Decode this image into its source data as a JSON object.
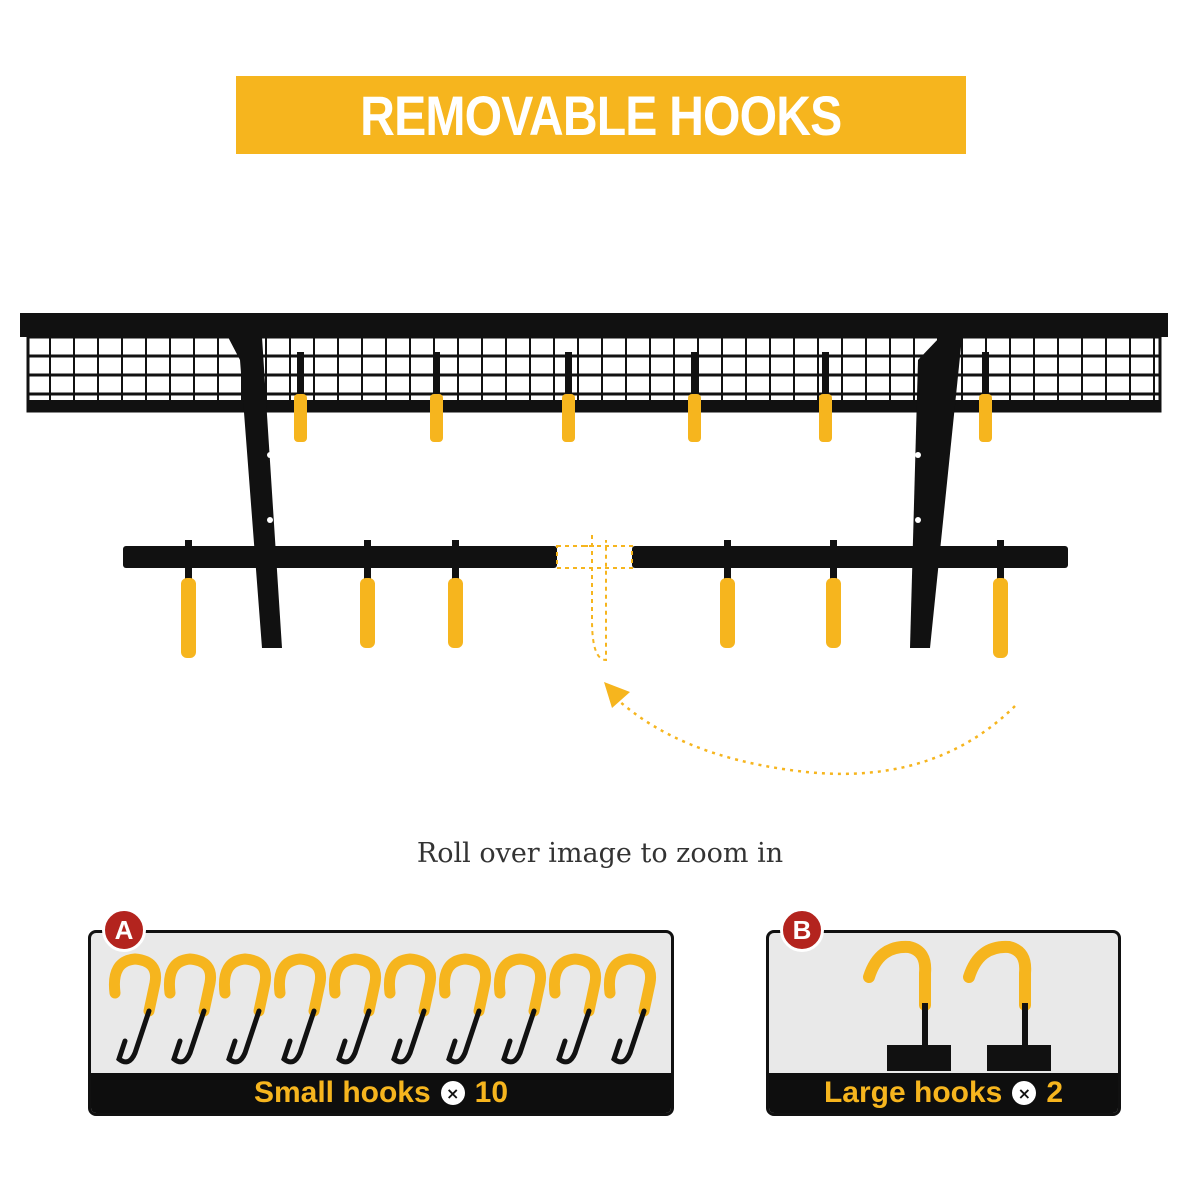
{
  "banner": {
    "title": "REMOVABLE HOOKS"
  },
  "zoom_hint": "Roll over image to zoom in",
  "kits": [
    {
      "badge": "A",
      "label": "Small hooks",
      "times": "×",
      "count": "10"
    },
    {
      "badge": "B",
      "label": "Large hooks",
      "times": "×",
      "count": "2"
    }
  ],
  "colors": {
    "accent": "#f6b51e",
    "rack": "#111111",
    "badge": "#b3241e",
    "card_bg": "#e9e9e9"
  },
  "icons": [
    "times-icon",
    "rotate-arrow-icon",
    "hook-icon"
  ]
}
